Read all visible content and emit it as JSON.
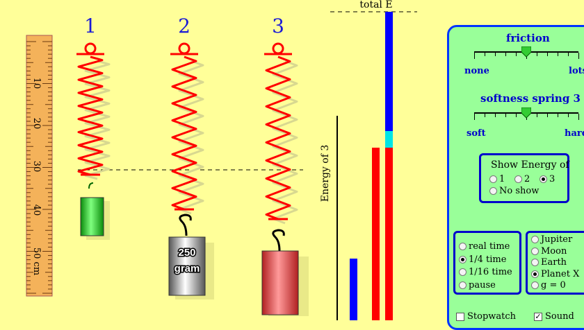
{
  "springs": [
    {
      "label": "1"
    },
    {
      "label": "2",
      "mass_label_top": "250",
      "mass_label_bottom": "gram"
    },
    {
      "label": "3"
    }
  ],
  "ruler": {
    "labels": [
      "10",
      "20",
      "30",
      "40",
      "50 cm"
    ]
  },
  "energy": {
    "axis_label": "Energy of 3",
    "total_label": "total E"
  },
  "friction": {
    "title": "friction",
    "min_label": "none",
    "max_label": "lots"
  },
  "softness": {
    "title": "softness spring 3",
    "min_label": "soft",
    "max_label": "hard"
  },
  "show_energy": {
    "title": "Show Energy of",
    "options": [
      "1",
      "2",
      "3",
      "No show"
    ],
    "selected": "3"
  },
  "time": {
    "options": [
      "real time",
      "1/4 time",
      "1/16 time",
      "pause"
    ],
    "selected": "1/4 time"
  },
  "gravity": {
    "options": [
      "Jupiter",
      "Moon",
      "Earth",
      "Planet X",
      "g = 0"
    ],
    "selected": "Planet X"
  },
  "stopwatch": {
    "label": "Stopwatch",
    "checked": false
  },
  "sound": {
    "label": "Sound",
    "checked": true
  },
  "colors": {
    "background": "#ffff99",
    "panel": "#99ff99",
    "panel_border": "#0033ff",
    "spring": "#ff0000",
    "kinetic": "#0000ff",
    "potential": "#ff0000",
    "thermal": "#00e5e5"
  }
}
